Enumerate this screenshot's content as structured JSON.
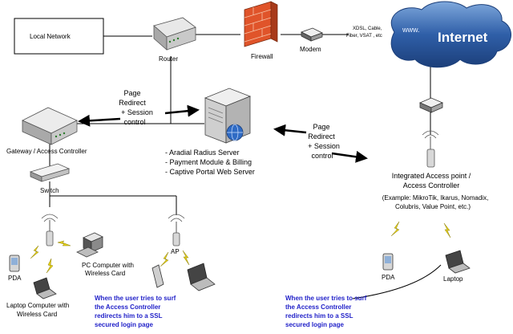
{
  "nodes": {
    "local_network": "Local Network",
    "router": "Router",
    "firewall": "Firewall",
    "modem": "Modem",
    "connections": [
      "XDSL, Cable,",
      "Fiber, VSAT , etc"
    ],
    "internet": "Internet",
    "internet_www": "www.",
    "gateway": "Gateway / Access Controller",
    "switch": "Switch",
    "pda_left": "PDA",
    "pc": [
      "PC Computer with",
      "Wireless Card"
    ],
    "laptop_left": [
      "Laptop Computer with",
      "Wireless Card"
    ],
    "ap": "AP",
    "server_lines": [
      "- Aradial Radius Server",
      "- Payment Module & Billing",
      "- Captive Portal Web Server"
    ],
    "iap_title": [
      "Integrated Access point /",
      "Access Controller"
    ],
    "iap_example": [
      "(Example: MikroTik, Ikarus, Nomadix,",
      "Colubris, Value Point, etc.)"
    ],
    "pda_right": "PDA",
    "laptop_right": "Laptop"
  },
  "page_redirect_left": [
    "Page",
    "Redirect",
    "+ Session",
    "control"
  ],
  "page_redirect_right": [
    "Page",
    "Redirect",
    "+ Session",
    "control"
  ],
  "note_left": [
    "When the user tries to surf",
    "the Access Controller",
    "redirects him to a SSL",
    "secured login page"
  ],
  "note_right": [
    "When the user tries to surf",
    "the Access Controller",
    "redirects him to a SSL",
    "secured login page"
  ],
  "colors": {
    "note_text": "#1f1fc8",
    "internet_cloud": "#3f6fb5",
    "firewall": "#e0542a",
    "lightning": "#e6d21a"
  }
}
